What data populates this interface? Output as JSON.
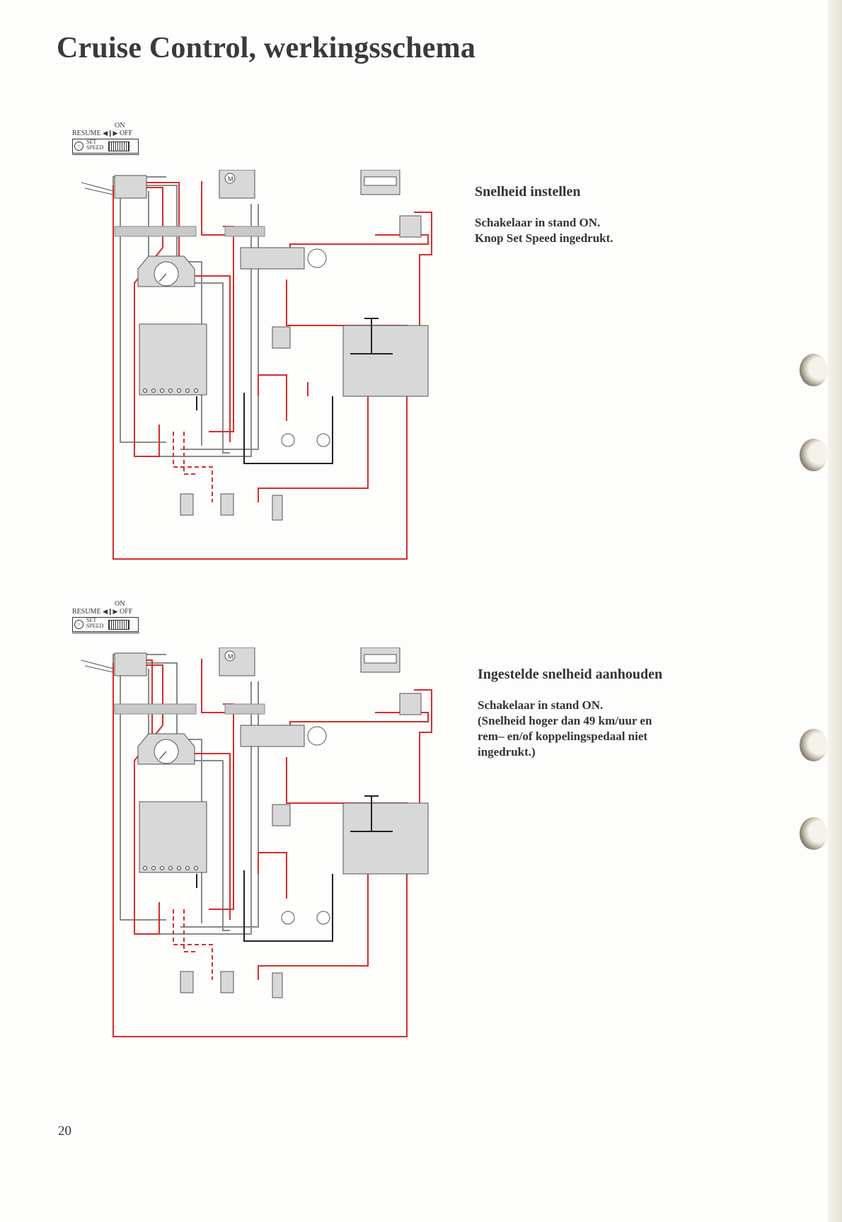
{
  "title": "Cruise Control, werkingsschema",
  "page_number": "20",
  "switch_panel": {
    "on": "ON",
    "resume": "RESUME",
    "off": "OFF",
    "arrows": "◀❙▶",
    "set": "SET",
    "speed": "SPEED"
  },
  "sections": [
    {
      "heading": "Snelheid instellen",
      "lines": [
        "Schakelaar in stand ON.",
        "Knop Set Speed ingedrukt."
      ]
    },
    {
      "heading": "Ingestelde snelheid aanhouden",
      "lines": [
        "Schakelaar in stand ON.",
        "(Snelheid hoger dan 49 km/uur en",
        "rem– en/of koppelingspedaal niet",
        "ingedrukt.)"
      ]
    }
  ],
  "colors": {
    "wire_active": "#d32f2f",
    "wire_inactive": "#8a8a8a",
    "component_fill": "#d8d8d8"
  },
  "icons": [
    "motor-icon",
    "speedometer-icon",
    "control-unit-icon",
    "relay-icon",
    "lamp-icon",
    "pedal-switch-icon",
    "fuse-box-icon"
  ]
}
